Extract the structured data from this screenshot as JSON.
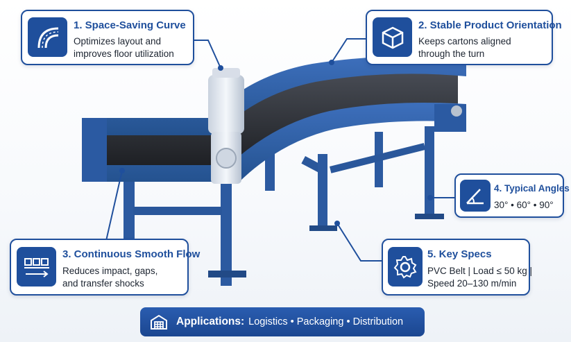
{
  "colors": {
    "brand": "#1f4f9c",
    "frame": "#2e5ea8",
    "belt": "#2a2d33",
    "motor": "#e6ebf2"
  },
  "callouts": [
    {
      "title": "1. Space-Saving Curve",
      "line1": "Optimizes layout and",
      "line2": "improves floor utilization",
      "icon": "curve-road-icon"
    },
    {
      "title": "2. Stable Product Orientation",
      "line1": "Keeps cartons aligned",
      "line2": "through the turn",
      "icon": "box-icon"
    },
    {
      "title": "3. Continuous Smooth Flow",
      "line1": "Reduces impact, gaps,",
      "line2": "and transfer shocks",
      "icon": "conveyor-boxes-icon"
    },
    {
      "title": "4. Typical Angles",
      "line1": "30° • 60° • 90°",
      "icon": "angle-icon"
    },
    {
      "title": "5. Key Specs",
      "line1": "PVC Belt | Load ≤ 50 kg |",
      "line2": "Speed 20–130 m/min",
      "icon": "gear-icon"
    }
  ],
  "applications": {
    "label": "Applications:",
    "items": "Logistics • Packaging • Distribution",
    "icon": "warehouse-icon"
  }
}
